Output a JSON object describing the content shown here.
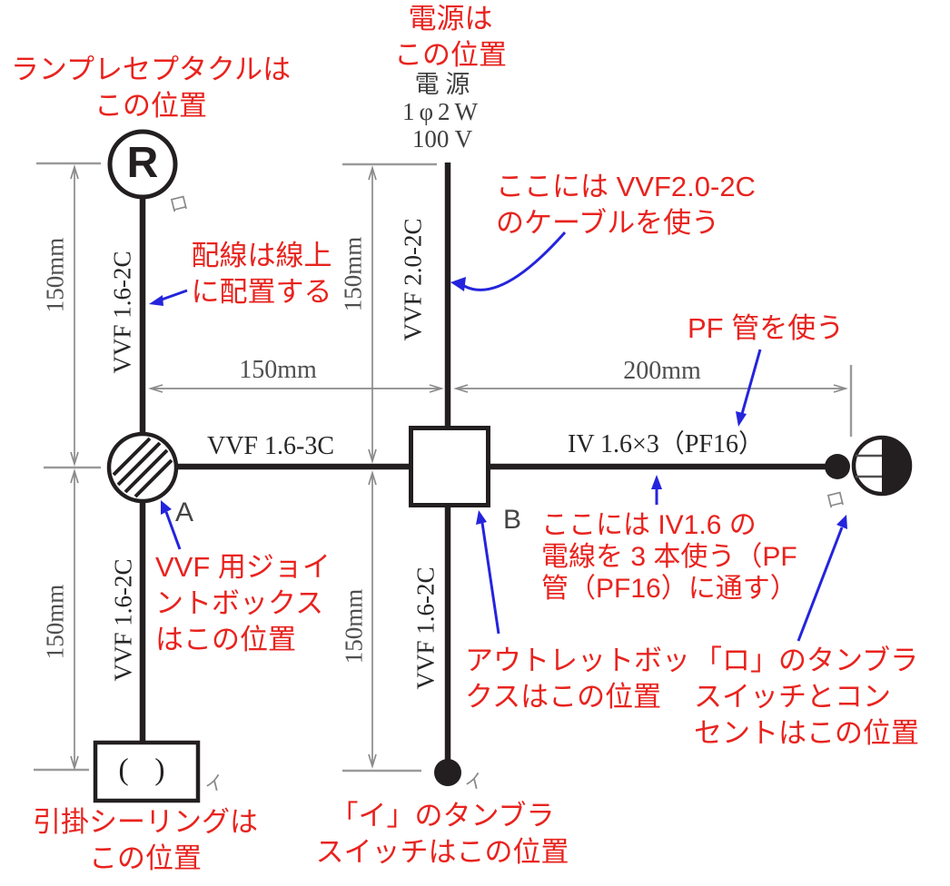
{
  "colors": {
    "annotation_red": "#e8231e",
    "arrow_blue": "#2424dd",
    "diagram_black": "#231f20",
    "dim_gray": "#8a8a8a"
  },
  "annotations": {
    "lamp_receptacle": "ランプレセプタクルは\nこの位置",
    "power_source": "電源は\nこの位置",
    "vvf20_cable": "ここには VVF2.0-2C\nのケーブルを使う",
    "wiring_on_line": "配線は線上\nに配置する",
    "pf_conduit": "PF 管を使う",
    "iv_wires": "ここには IV1.6 の\n電線を 3 本使う（PF\n管（PF16）に通す）",
    "joint_box": "VVF 用ジョイ\nントボックス\nはこの位置",
    "outlet_box": "アウトレットボッ\nクスはこの位置",
    "ro_switch_outlet": "「ロ」のタンブラ\nスイッチとコン\nセントはこの位置",
    "ceiling_rosette": "引掛シーリングは\nこの位置",
    "i_switch": "「イ」のタンブラ\nスイッチはこの位置"
  },
  "power_source": {
    "title": "電 源",
    "phase": "1φ2W",
    "voltage": "100 V"
  },
  "cable_labels": {
    "left_upper": "VVF 1.6-2C",
    "left_lower": "VVF 1.6-2C",
    "center_upper": "VVF 2.0-2C",
    "center_lower": "VVF 1.6-2C",
    "middle_horizontal": "VVF 1.6-3C",
    "right_horizontal": "IV 1.6×3（PF16）"
  },
  "dimension_labels": {
    "left_upper": "150mm",
    "left_lower": "150mm",
    "center_upper": "150mm",
    "center_lower": "150mm",
    "horizontal_left": "150mm",
    "horizontal_right": "200mm"
  },
  "device_labels": {
    "receptacle_letter": "R",
    "joint_box": "A",
    "outlet_box": "B",
    "ceiling_symbol": "( )",
    "circuit_ro_receptacle": "ロ",
    "circuit_ro_outlet": "ロ",
    "circuit_i_ceiling": "イ",
    "circuit_i_switch": "イ"
  }
}
